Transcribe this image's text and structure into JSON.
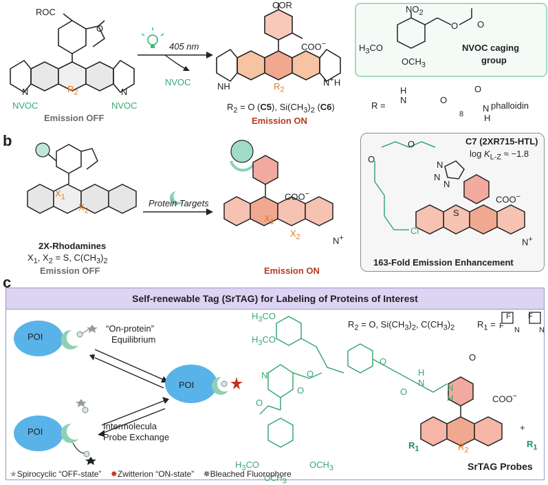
{
  "panels": {
    "a": "a",
    "b": "b",
    "c": "c"
  },
  "panel_a": {
    "reactant_substituent": "ROC",
    "light_wavelength": "405 nm",
    "leaving_group": "NVOC",
    "n_label": "N",
    "nvoc_left": "NVOC",
    "nvoc_right": "NVOC",
    "r2": "R",
    "r2_sub": "2",
    "emission_off": "Emission OFF",
    "product_cor": "COR",
    "product_coo": "COO",
    "product_minus": "−",
    "nh_left": "H",
    "nh_right": "H",
    "n_plus": "+",
    "r2_definition_prefix": "R",
    "r2_definition_sub": "2",
    "r2_definition_main": " = O (",
    "c5": "C5",
    "r2_definition_mid": "), Si(CH",
    "r2_definition_sub3": "3",
    "r2_definition_mid2": ")",
    "r2_definition_sub2": "2",
    "r2_definition_mid3": " (",
    "c6": "C6",
    "r2_definition_end": ")",
    "emission_on": "Emission ON",
    "nvoc_box": {
      "label_line1": "NVOC caging",
      "label_line2": "group",
      "no2": "NO",
      "no2_sub": "2",
      "h3co": "H",
      "h3co_sub": "3",
      "h3co_end": "CO",
      "och3": "OCH",
      "och3_sub": "3",
      "o_label": "O"
    },
    "r_definition": {
      "r_equals": "R =",
      "h": "H",
      "n": "N",
      "o": "O",
      "sub8": "8",
      "o_top": "O",
      "phalloidin": "phalloidin",
      "n_h": "H",
      "n2": "N"
    }
  },
  "panel_b": {
    "name": "2X-Rhodamines",
    "x1": "X",
    "x1_sub": "1",
    "x2": "X",
    "x2_sub": "2",
    "definition": "X",
    "definition_sub1": "1",
    "definition_mid": ", X",
    "definition_sub2": "2",
    "definition_end": " = S, C(CH",
    "definition_sub3": "3",
    "definition_end2": ")",
    "definition_sub4": "2",
    "emission_off": "Emission OFF",
    "arrow_label": "Protein Targets",
    "product_coo": "COO",
    "product_minus": "−",
    "n_plus": "+",
    "emission_on": "Emission ON",
    "c7_box": {
      "title": "C7 (2XR715-HTL)",
      "logk": "log ",
      "logk_k": "K",
      "logk_sub": "L-Z",
      "logk_value": " ≈ −1.8",
      "footer": "163-Fold Emission Enhancement",
      "cl": "Cl",
      "s": "S",
      "coo": "COO",
      "minus": "−",
      "n_plus": "+",
      "o1": "O",
      "o2": "O",
      "n_triazole": "N",
      "n2_triazole": "N",
      "n3_triazole": "N"
    }
  },
  "panel_c": {
    "banner_title": "Self-renewable Tag (SrTAG) for Labeling of Proteins of Interest",
    "poi": "POI",
    "equilibrium_line1": "“On-protein”",
    "equilibrium_line2": "Equilibrium",
    "exchange_line1": "Intermolecula",
    "exchange_line2": "Probe Exchange",
    "legend": {
      "spiro": "Spirocyclic “OFF-state”",
      "zwitterion": "Zwitterion “ON-state”",
      "bleached": "Bleached Fluorophore"
    },
    "r2_line": "R",
    "r2_sub": "2",
    "r2_values": " = O, Si(CH",
    "r2_sub3": "3",
    "r2_values2": ")",
    "r2_sub2": "2",
    "r2_values3": ", C(CH",
    "r2_sub4": "3",
    "r2_values4": ")",
    "r2_sub5": "2",
    "r1_line": "R",
    "r1_sub": "1",
    "r1_equals": " =",
    "f1": "F",
    "f2": "F",
    "f3": "F",
    "n1": "N",
    "n2": "N",
    "h3co_top1": "H",
    "h3co_top1_sub": "3",
    "h3co_top1_end": "CO",
    "h3co_top2": "H",
    "h3co_top2_sub": "3",
    "h3co_top2_end": "CO",
    "h3co_bot": "H",
    "h3co_bot_sub": "3",
    "h3co_bot_end": "CO",
    "och3_bot1": "OCH",
    "och3_bot1_sub": "3",
    "och3_bot2": "OCH",
    "och3_bot2_sub": "3",
    "coo": "COO",
    "minus": "−",
    "r1_left": "R",
    "r1_left_sub": "1",
    "r1_right": "R",
    "r1_right_sub": "1",
    "r2_core": "R",
    "r2_core_sub": "2",
    "plus": "+",
    "n_pip": "N",
    "o_labels": [
      "O",
      "O",
      "O",
      "O",
      "O",
      "O",
      "O"
    ],
    "h_labels": [
      "H",
      "H"
    ],
    "n_amide": [
      "N",
      "N"
    ],
    "probes_label": "SrTAG Probes"
  },
  "colors": {
    "green": "#38a874",
    "orange": "#e07b16",
    "red_text": "#b53a1f",
    "pink_fill": "#f2aaa0",
    "peach_fill": "#f6c3a3",
    "blue_protein": "#5ab3e8",
    "teal_receptor": "#8fd0b4",
    "banner": "#ddd4f3"
  }
}
